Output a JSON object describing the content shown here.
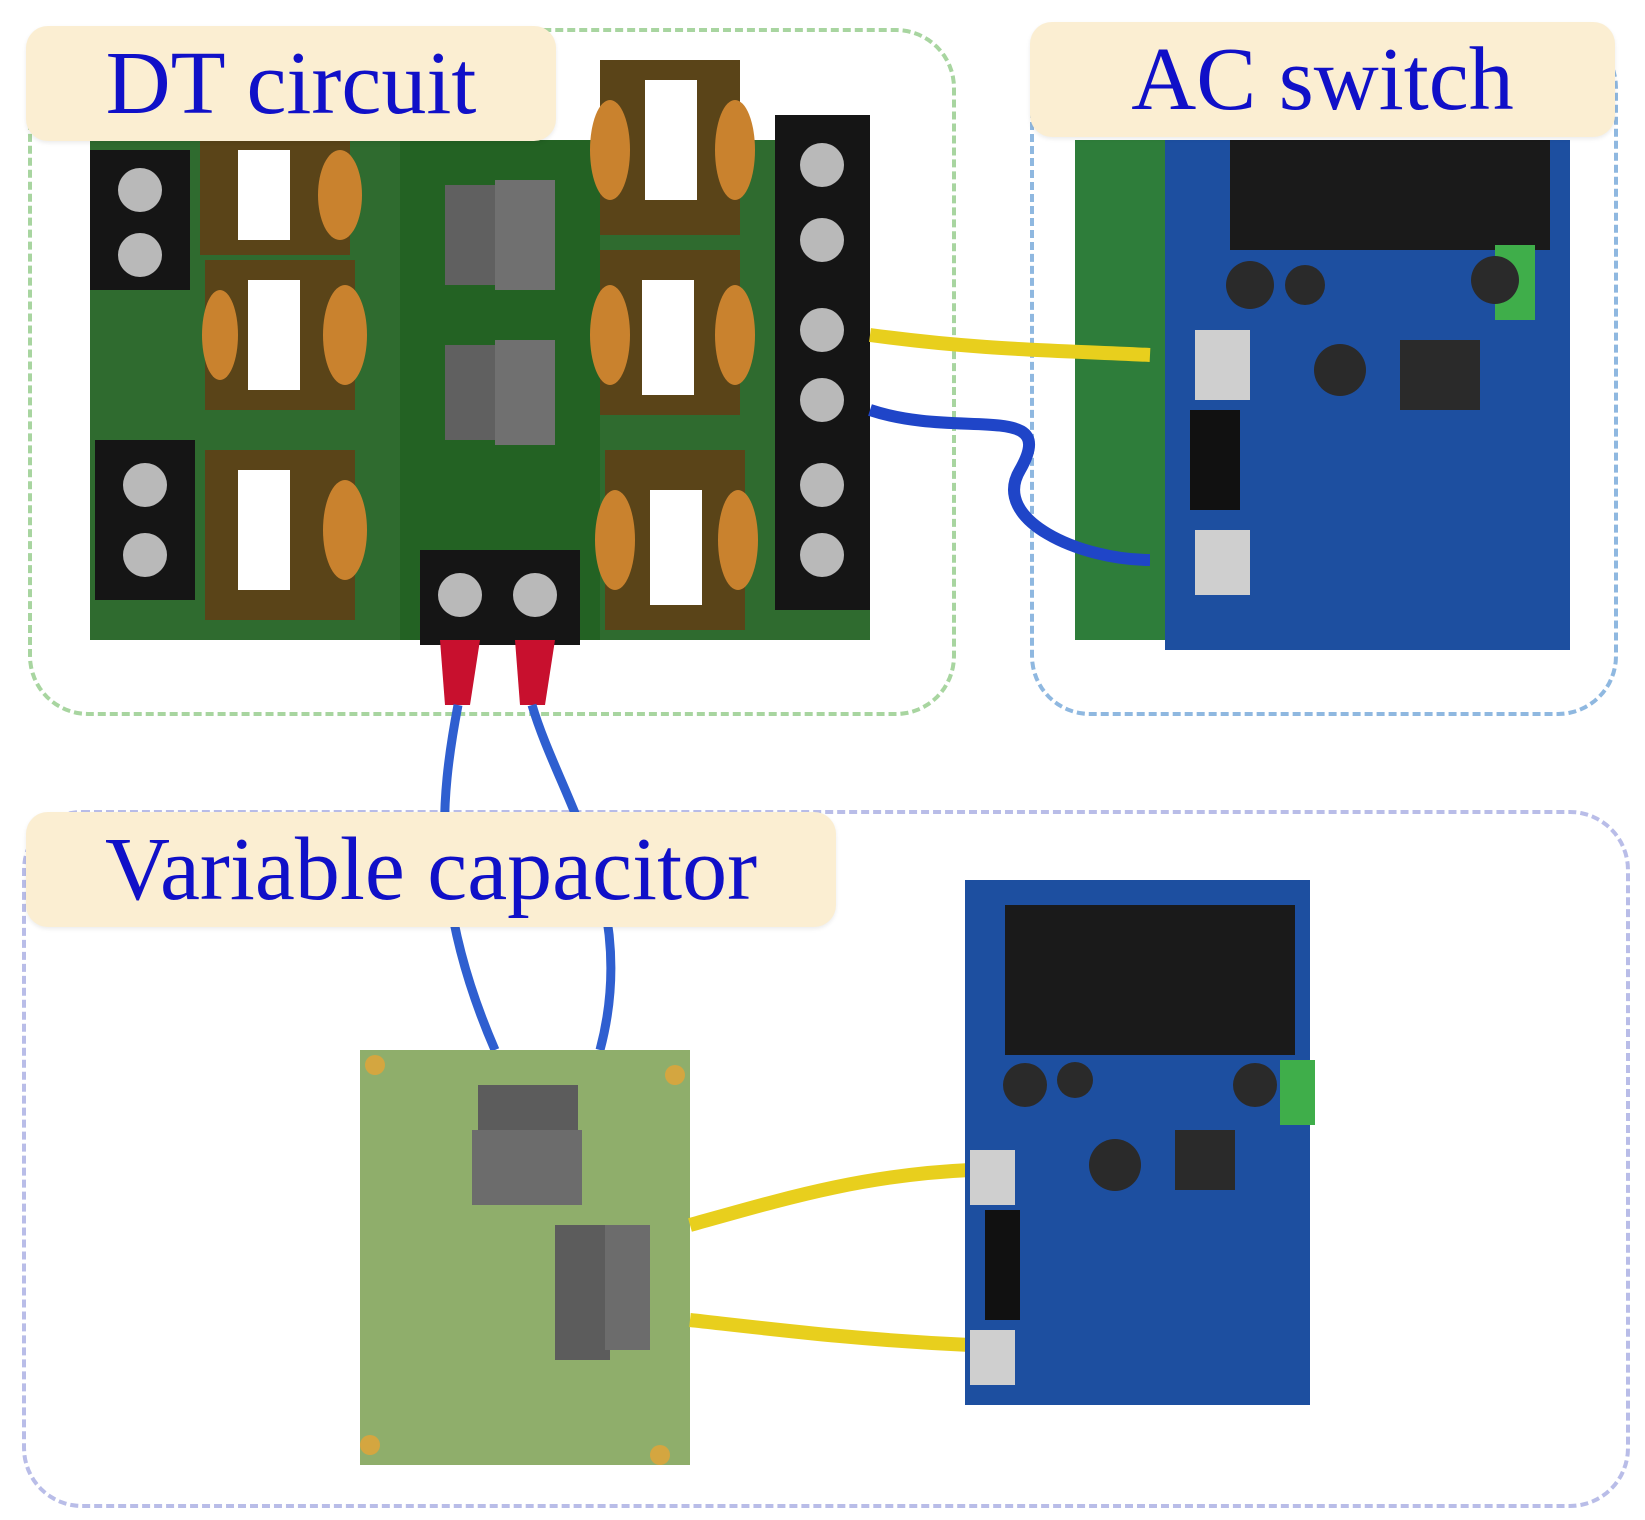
{
  "labels": {
    "dt": "DT circuit",
    "ac": "AC switch",
    "vc": "Variable capacitor"
  },
  "colors": {
    "label_text": "#1010c8",
    "label_bg": "#fbeed2",
    "dt_border": "#a8d5a0",
    "ac_border": "#8fb8e0",
    "vc_border": "#b9bde8"
  }
}
